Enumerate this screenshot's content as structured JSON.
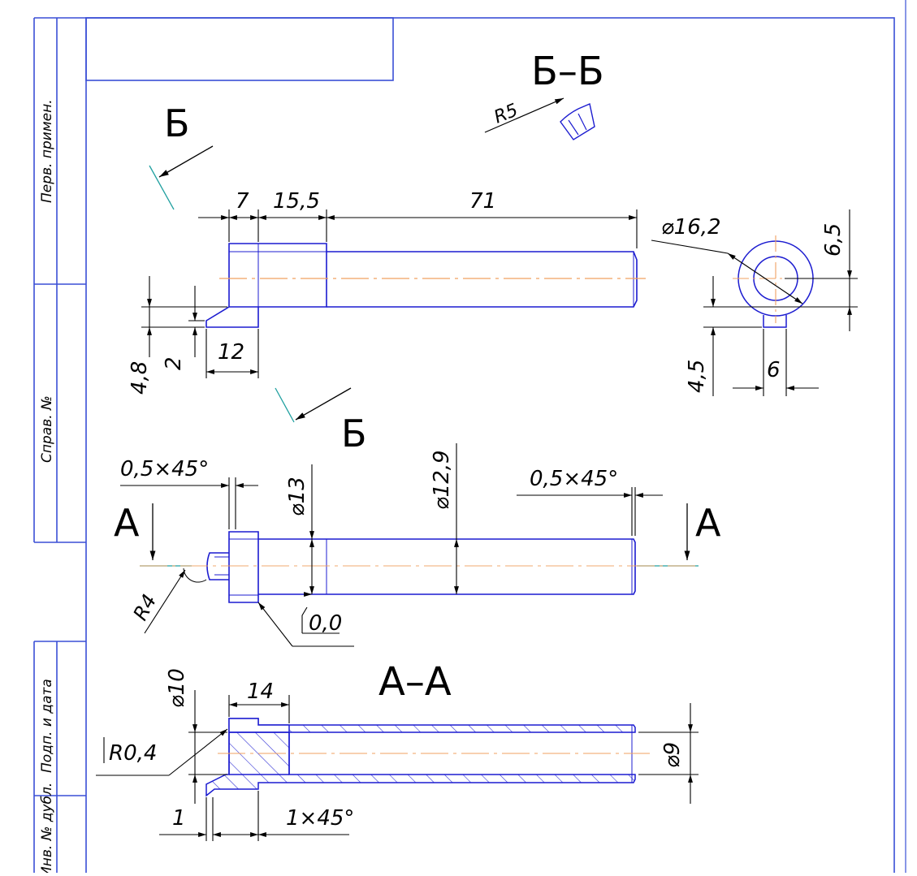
{
  "stamp_fields": {
    "perv_primen": "Перв. примен.",
    "sprav_no": "Справ. №",
    "podp_i_data": "Подп. и дата",
    "inv_no_dubl": "Инв. № дубл."
  },
  "section_labels": {
    "b_top": "Б",
    "b_bottom": "Б",
    "bb_title": "Б–Б",
    "a_left": "А",
    "a_right": "А",
    "aa_title": "А–А"
  },
  "dimensions": {
    "r5": "R5",
    "d7": "7",
    "d15_5": "15,5",
    "d71": "71",
    "d12": "12",
    "d4_8": "4,8",
    "d2": "2",
    "phi16_2": "⌀16,2",
    "d6_5": "6,5",
    "d4_5": "4,5",
    "d6": "6",
    "chamfer_left": "0,5×45°",
    "chamfer_right": "0,5×45°",
    "phi13": "⌀13",
    "phi12_9": "⌀12,9",
    "r4": "R4",
    "roughness": "0,0",
    "phi10": "⌀10",
    "d14": "14",
    "r0_4": "R0,4",
    "phi9": "⌀9",
    "d1": "1",
    "chamfer_1x45": "1×45°"
  },
  "colors": {
    "part_outline": "#1c1cd0",
    "axis_line": "#f0a060",
    "frame": "#3a4fd6",
    "cut_plane": "#20a0a0",
    "dimension": "#000000"
  }
}
